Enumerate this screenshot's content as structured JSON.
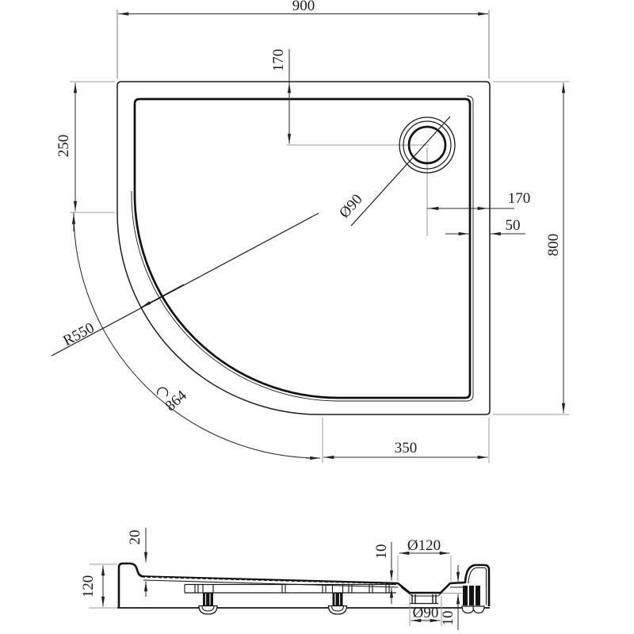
{
  "plan": {
    "width": "900",
    "drain_offset_top": "170",
    "straight_left": "250",
    "height": "800",
    "drain_offset_right": "170",
    "rim_width": "50",
    "straight_bottom": "350",
    "corner_radius": "R550",
    "arc_length": "864",
    "drain_diameter": "Ø90"
  },
  "section": {
    "lip_height": "20",
    "total_height": "120",
    "floor_thickness": "10",
    "recess_top_diameter": "Ø120",
    "recess_depth": "10",
    "recess_bottom_diameter": "Ø90"
  }
}
